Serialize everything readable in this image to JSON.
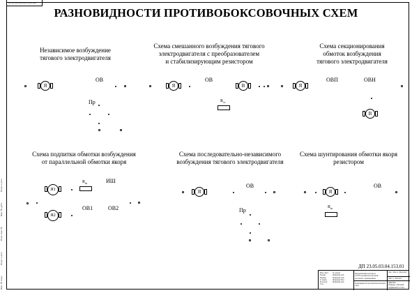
{
  "header": {
    "title": "РАЗНОВИДНОСТИ ПРОТИВОБОКСОВОЧНЫХ СХЕМ",
    "stamp": "04 12.3.05.03.04.153.01 ДП"
  },
  "schemes": {
    "s1": {
      "title1": "Независимое возбуждение",
      "title2": "тягового электродвигателя"
    },
    "s2": {
      "title1": "Схема смешанного возбуждения тягового",
      "title2": "электродвигателя с преобразователем",
      "title3": "и стабилизирующим резистором"
    },
    "s3": {
      "title1": "Схема секционирования",
      "title2": "обмоток возбуждения",
      "title3": "тягового электродвигателя"
    },
    "s4": {
      "title1": "Схема подпитки обмотки возбуждения",
      "title2": "от параллельной обмотки якоря"
    },
    "s5": {
      "title1": "Схема последовательно-независимого",
      "title2": "возбуждения тягового электродвигателя"
    },
    "s6": {
      "title1": "Схема шунтирования обмотки якоря",
      "title2": "резистором"
    }
  },
  "labels": {
    "armature": "Я",
    "armature1": "Я1",
    "armature2": "Я2",
    "ov": "ОВ",
    "pr": "Пр",
    "ovp": "ОВП",
    "ovn": "ОВН",
    "v": "В",
    "ish": "ИШ",
    "ov1": "ОВ1",
    "ov2": "ОВ2",
    "r": "R",
    "r_st_sub": "ст",
    "r_sh_sub": "ш"
  },
  "title_block": {
    "code": "ДП 23.05.03.04.153.01",
    "name_lines": [
      "Модернизация тепловоза",
      "2ТЭ70 противобоксовочной",
      "системой с применением"
    ],
    "sheet_lines": [
      "Разновидности противобоксовочных",
      "схем"
    ],
    "left_lines": [
      "Изм. Лист",
      "Разраб.",
      "Провер.",
      "Т. контр.",
      "Н. контр.",
      "Утв."
    ],
    "sign_lines": [
      "№ докум.",
      "Фамилия А.И.",
      "Фамилия А.И.",
      "",
      "Фамилия И.О.",
      "Фамилия А.И."
    ],
    "right_top": [
      "Лит.",
      "Масса",
      "Масштаб"
    ],
    "right_mid": [
      "Лист 1",
      "Листов 1"
    ],
    "right_bottom": [
      "ДВГУПС",
      "Кафедра «Тяговый",
      "подвижной состав»",
      "Группа 5ТТ"
    ]
  },
  "sidebar": [
    "Инв. № подл.",
    "Подп. и дата",
    "Взам. инв. №",
    "Инв. № дубл.",
    "Подп. и дата"
  ]
}
